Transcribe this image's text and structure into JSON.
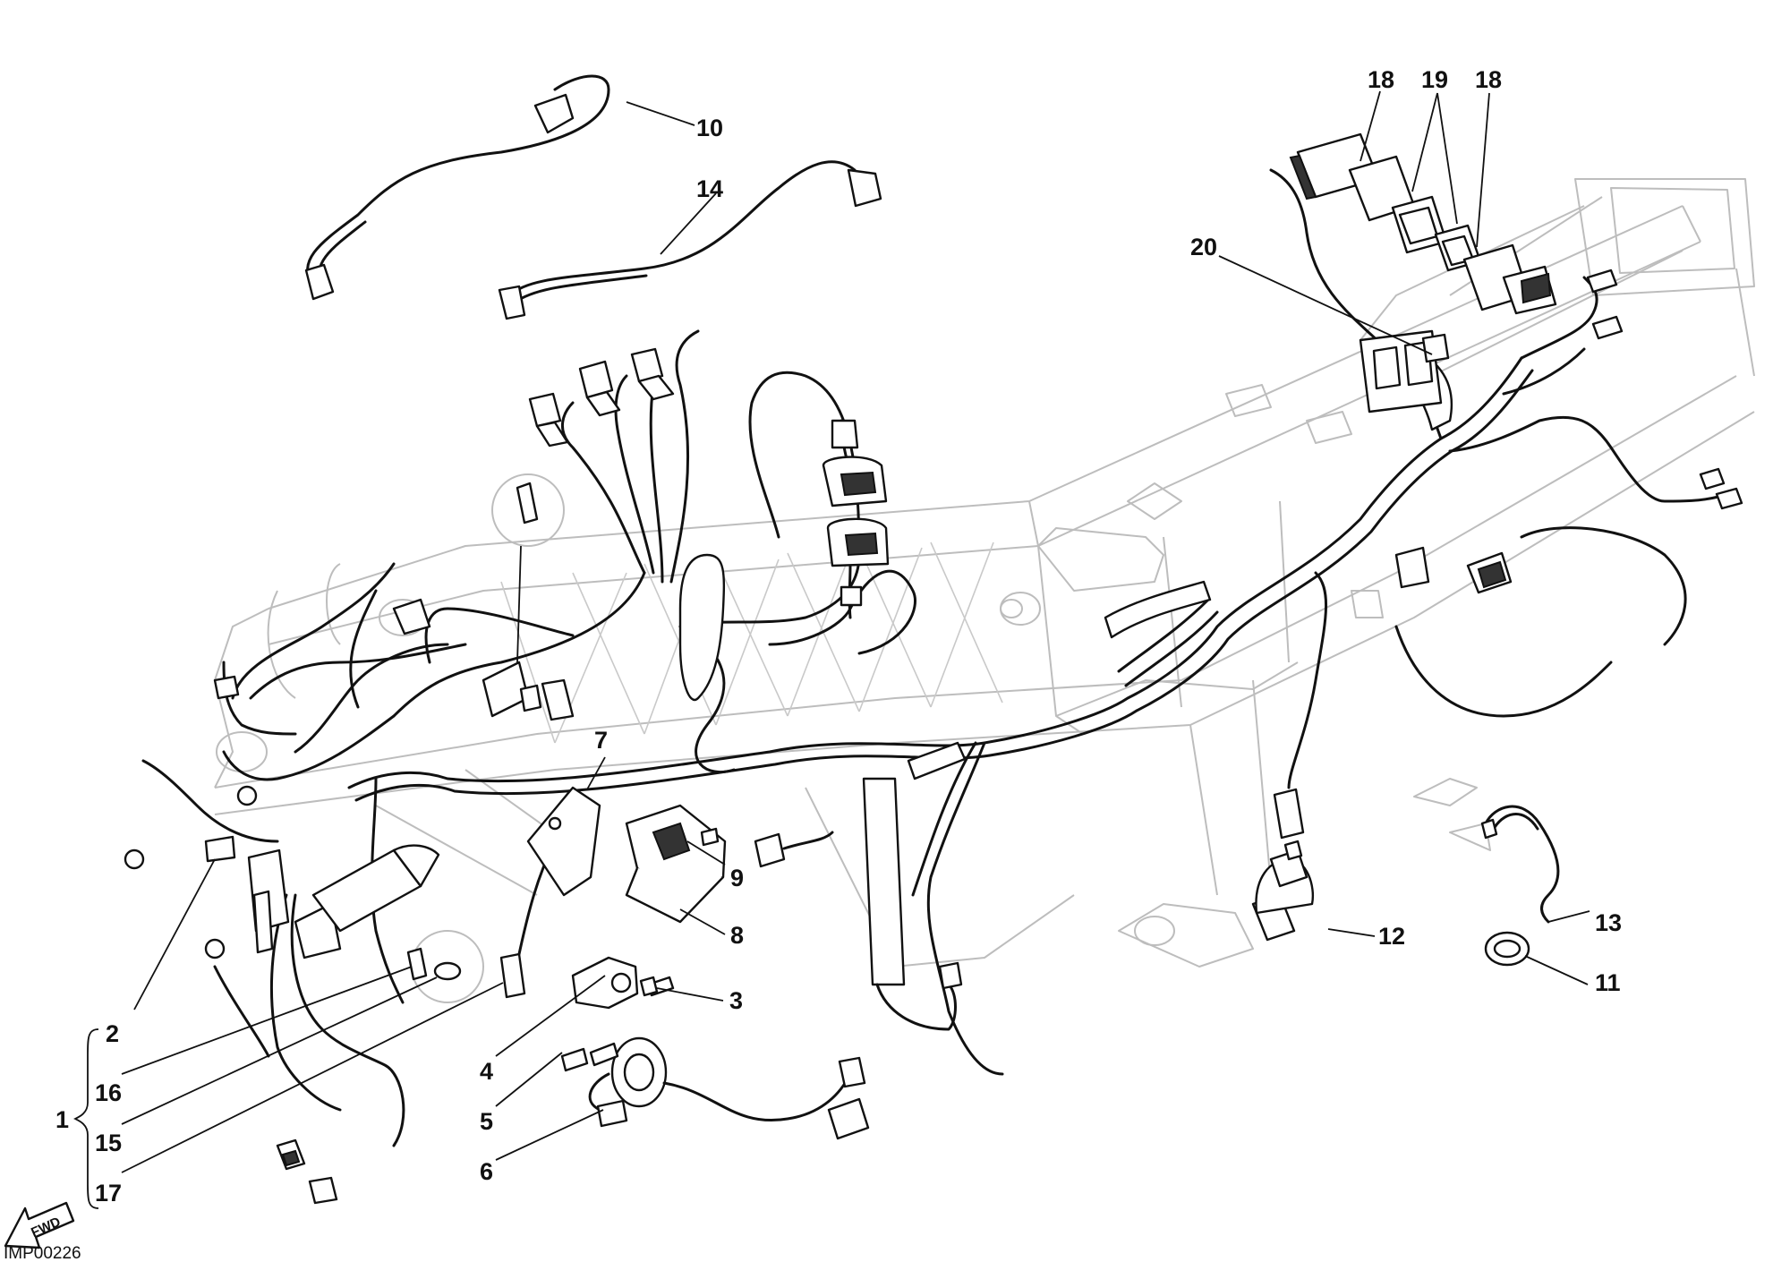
{
  "diagram": {
    "image_code": "IMP00226",
    "direction_label": "FWD",
    "callouts": [
      "1",
      "2",
      "3",
      "4",
      "5",
      "6",
      "7",
      "8",
      "9",
      "10",
      "11",
      "12",
      "13",
      "14",
      "15",
      "16",
      "17",
      "18",
      "18",
      "19",
      "20"
    ]
  }
}
